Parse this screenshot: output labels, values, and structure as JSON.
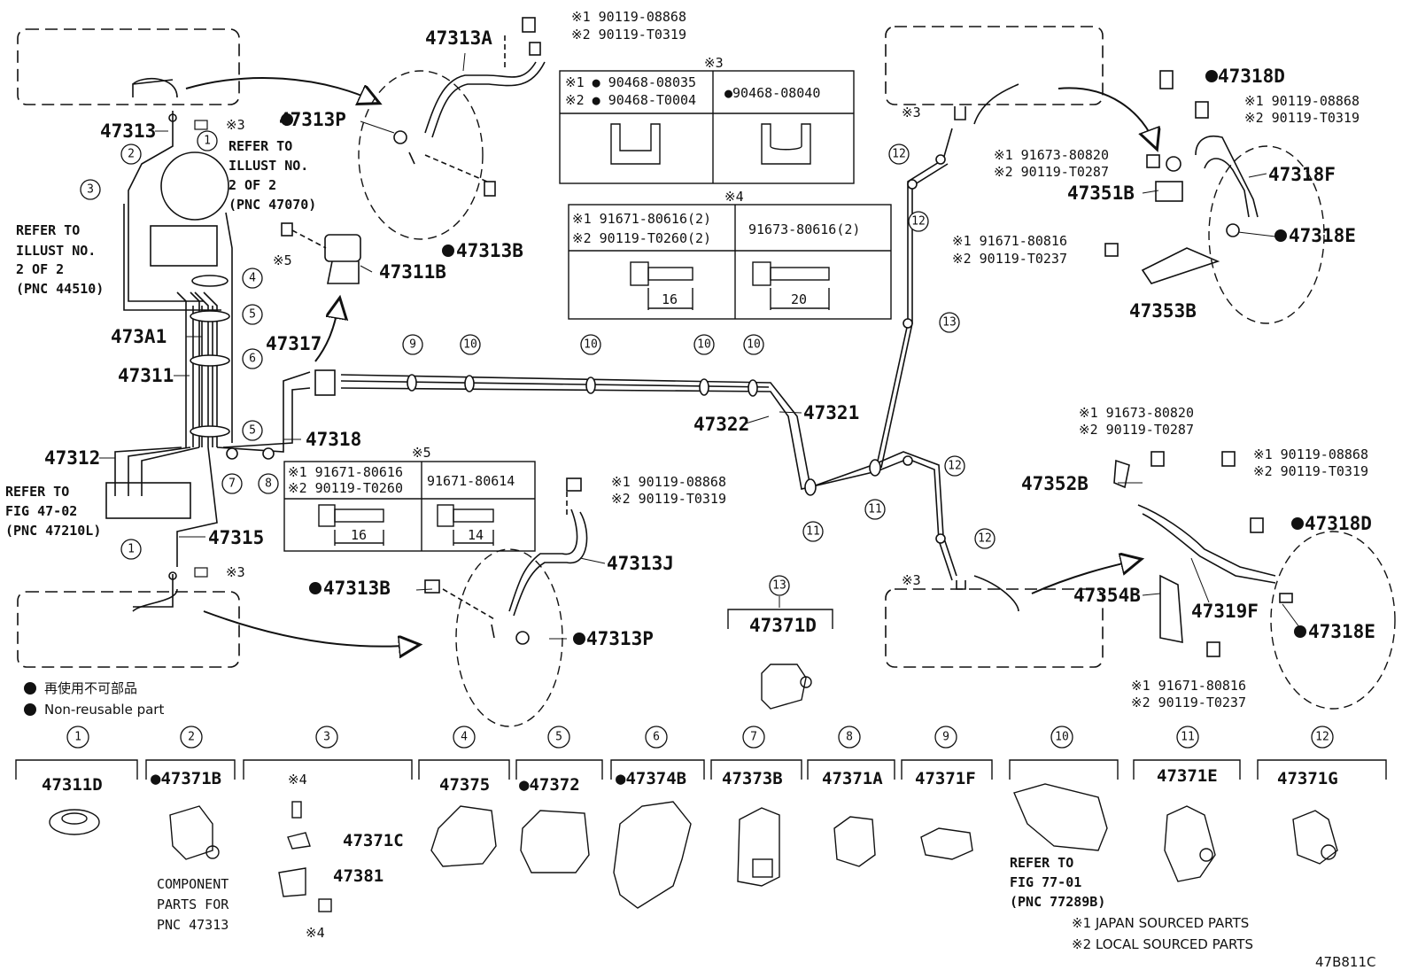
{
  "diagram": {
    "code": "47B811C",
    "refer_top_left": [
      "REFER TO",
      "ILLUST NO.",
      "2 OF 2",
      "(PNC 44510)"
    ],
    "refer_top_center": [
      "REFER TO",
      "ILLUST NO.",
      "2 OF 2",
      "(PNC 47070)"
    ],
    "refer_fig": [
      "REFER TO",
      "FIG 47-02",
      "(PNC 47210L)"
    ],
    "refer_fig77": [
      "REFER TO",
      "FIG 77-01",
      "(PNC 77289B)"
    ],
    "component_note": [
      "COMPONENT",
      "PARTS FOR",
      "PNC 47313"
    ],
    "legend_jp": "再使用不可部品",
    "legend_en": "Non-reusable part",
    "footnote1": "※1 JAPAN SOURCED PARTS",
    "footnote2": "※2 LOCAL SOURCED PARTS",
    "labels": {
      "p47313": "47313",
      "p47313A": "47313A",
      "p47313P_top": "47313P",
      "p47313B_top": "47313B",
      "p47311B": "47311B",
      "p47317": "47317",
      "p473A1": "473A1",
      "p47311": "47311",
      "p47312": "47312",
      "p47315": "47315",
      "p47318": "47318",
      "p47322": "47322",
      "p47321": "47321",
      "p47313B_bot": "47313B",
      "p47313J": "47313J",
      "p47313P_bot": "47313P",
      "p47318D_top": "47318D",
      "p47318F": "47318F",
      "p47351B": "47351B",
      "p47318E_top": "47318E",
      "p47353B": "47353B",
      "p47352B": "47352B",
      "p47318D_bot": "47318D",
      "p47354B": "47354B",
      "p47319F": "47319F",
      "p47318E_bot": "47318E",
      "p47371D": "47371D",
      "s3a": "※3",
      "s3b": "※3",
      "s3c": "※3",
      "s3d": "※3",
      "s5": "※5",
      "nA1": "※1 90119-08868",
      "nA2": "※2 90119-T0319",
      "nB1": "※1 90119-08868",
      "nB2": "※2 90119-T0319",
      "nC1": "※1 91673-80820",
      "nC2": "※2 90119-T0287",
      "nD1": "※1 91671-80816",
      "nD2": "※2 90119-T0237",
      "nE1": "※1 91673-80820",
      "nE2": "※2 90119-T0287",
      "nF1": "※1 90119-08868",
      "nF2": "※2 90119-T0319",
      "nG1": "※1 91671-80816",
      "nG2": "※2 90119-T0237",
      "nH1": "※1 90119-08868",
      "nH2": "※2 90119-T0319"
    },
    "table3": {
      "mark": "※3",
      "row1": "※1 ● 90468-08035",
      "row2": "※2 ● 90468-T0004",
      "right": "●90468-08040"
    },
    "table4": {
      "mark": "※4",
      "left1": "※1 91671-80616(2)",
      "left2": "※2 90119-T0260(2)",
      "right": "91673-80616(2)",
      "dim_left": "16",
      "dim_right": "20"
    },
    "table5": {
      "mark": "※5",
      "left1": "※1 91671-80616",
      "left2": "※2 90119-T0260",
      "right": "91671-80614",
      "dim_left": "16",
      "dim_right": "14"
    },
    "components": [
      {
        "num": "1",
        "part": "47311D"
      },
      {
        "num": "2",
        "part": "●47371B"
      },
      {
        "num": "3",
        "part": ""
      },
      {
        "num": "4",
        "part": "47375"
      },
      {
        "num": "5",
        "part": "●47372"
      },
      {
        "num": "6",
        "part": "●47374B"
      },
      {
        "num": "7",
        "part": "47373B"
      },
      {
        "num": "8",
        "part": "47371A"
      },
      {
        "num": "9",
        "part": "47371F"
      },
      {
        "num": "10",
        "part": ""
      },
      {
        "num": "11",
        "part": "47371E"
      },
      {
        "num": "12",
        "part": "47371G"
      }
    ],
    "comp3": {
      "s4a": "※4",
      "p47371C": "47371C",
      "p47381": "47381",
      "s4b": "※4"
    },
    "comp13": {
      "num": "13",
      "part": "47371D"
    }
  }
}
